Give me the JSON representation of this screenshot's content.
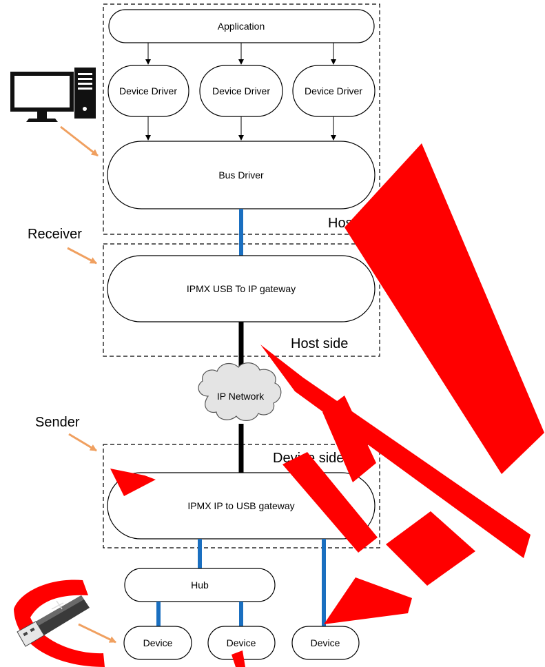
{
  "nodes": {
    "application": "Application",
    "device_driver_1": "Device Driver",
    "device_driver_2": "Device Driver",
    "device_driver_3": "Device Driver",
    "bus_driver": "Bus Driver",
    "usb_to_ip_gateway": "IPMX USB To IP gateway",
    "ip_network": "IP Network",
    "ip_to_usb_gateway": "IPMX IP to USB gateway",
    "hub": "Hub",
    "device_1": "Device",
    "device_2": "Device",
    "device_3": "Device"
  },
  "groups": {
    "host": "Host",
    "host_side": "Host side",
    "device_side": "Device side"
  },
  "annotations": {
    "receiver": "Receiver",
    "sender": "Sender"
  },
  "icons": [
    "desktop-computer-icon",
    "usb-flash-drive-icon",
    "cloud-icon",
    "arrow-icon"
  ],
  "colors": {
    "usb_link": "#1a6fc0",
    "network_link": "#000000",
    "pointer_arrow": "#f0a060",
    "watermark": "#ff0000",
    "cloud_fill": "#e4e4e4"
  }
}
